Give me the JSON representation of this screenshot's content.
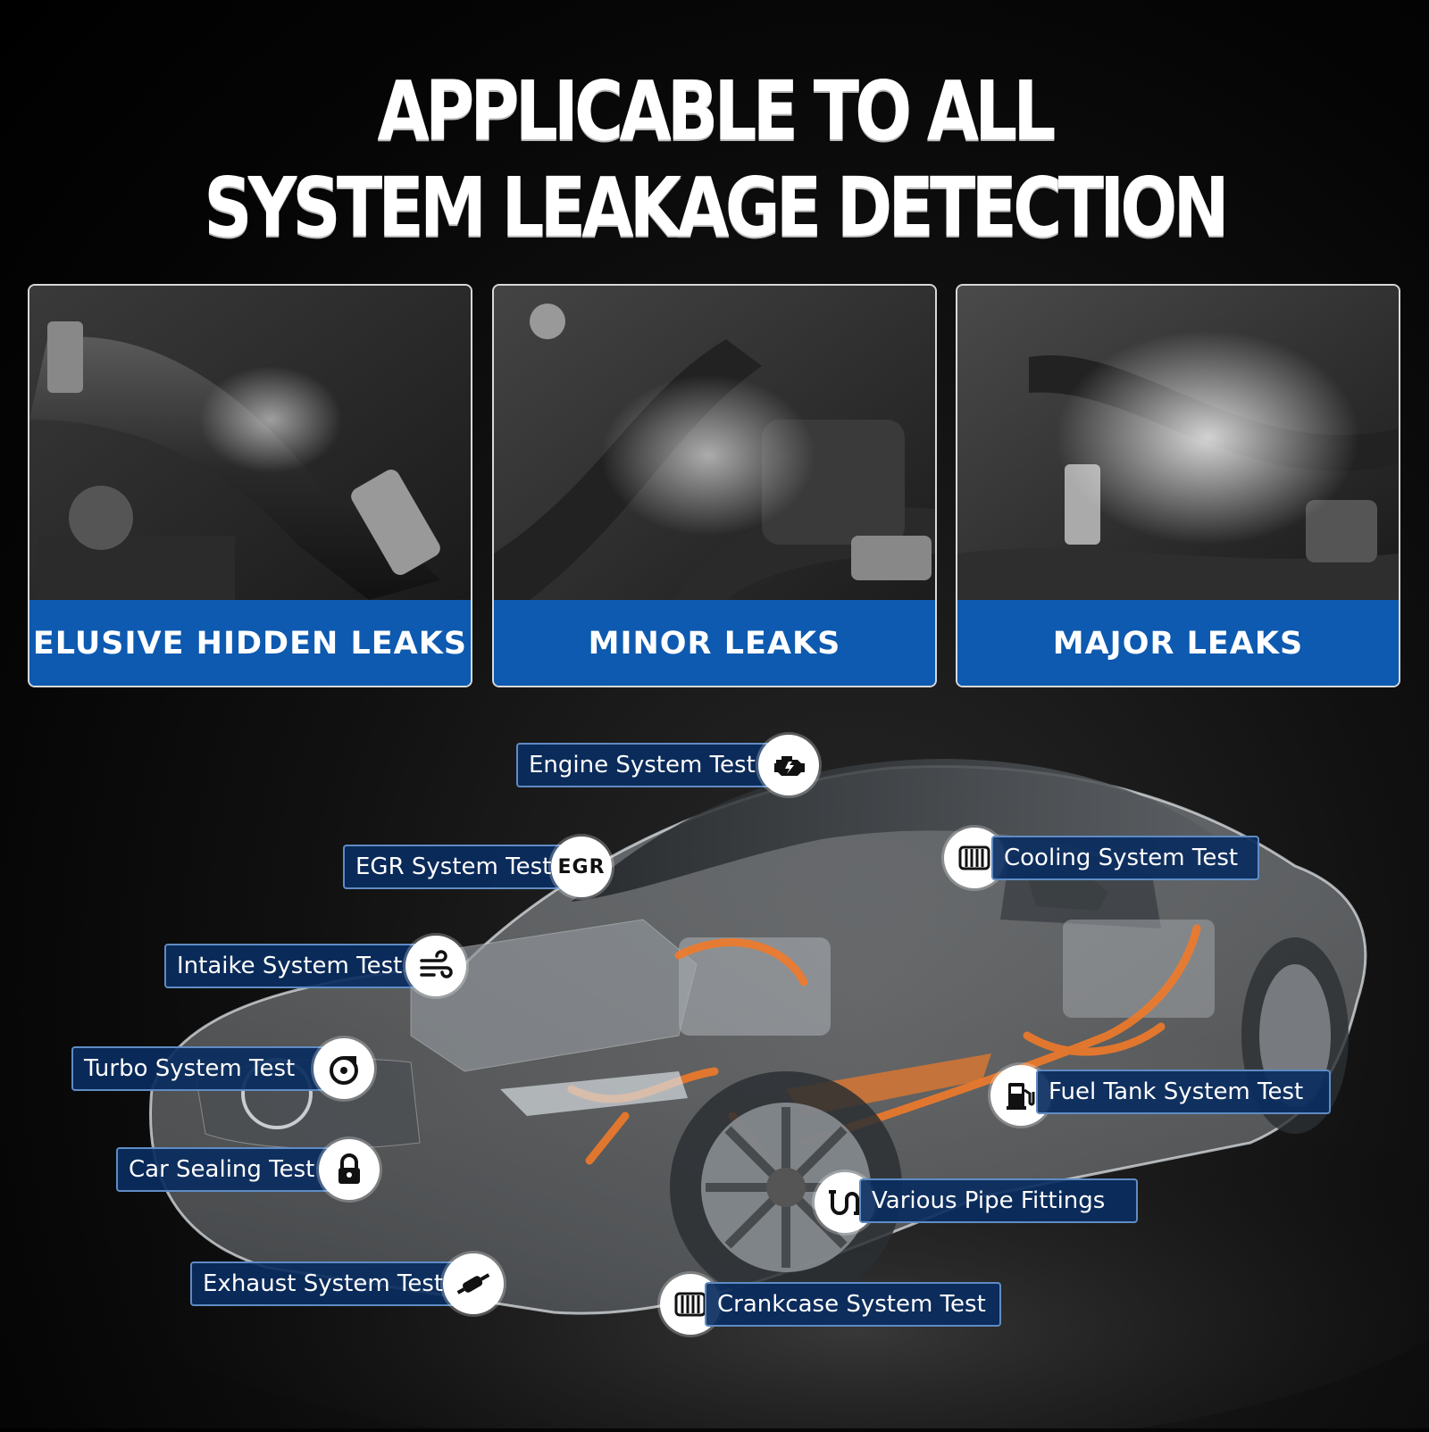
{
  "headline": {
    "line1": "APPLICABLE TO ALL",
    "line2": "SYSTEM LEAKAGE DETECTION"
  },
  "panels": [
    {
      "caption": "ELUSIVE HIDDEN LEAKS"
    },
    {
      "caption": "MINOR LEAKS"
    },
    {
      "caption": "MAJOR LEAKS"
    }
  ],
  "tests": {
    "engine": {
      "label": "Engine System Test",
      "icon": "engine-icon"
    },
    "egr": {
      "label": "EGR System Test",
      "icon": "egr-icon",
      "icon_text": "EGR"
    },
    "cooling": {
      "label": "Cooling System Test",
      "icon": "cooling-icon"
    },
    "intake": {
      "label": "Intaike System Test",
      "icon": "wind-icon"
    },
    "turbo": {
      "label": "Turbo System Test",
      "icon": "turbo-icon"
    },
    "fuel": {
      "label": "Fuel Tank System Test",
      "icon": "fuel-pump-icon"
    },
    "sealing": {
      "label": "Car Sealing Test",
      "icon": "lock-icon"
    },
    "pipe": {
      "label": "Various Pipe Fittings",
      "icon": "pipe-icon"
    },
    "exhaust": {
      "label": "Exhaust System Test",
      "icon": "exhaust-icon"
    },
    "crankcase": {
      "label": "Crankcase System Test",
      "icon": "crankcase-icon"
    }
  },
  "colors": {
    "panel_blue": "#0d5ab0",
    "tag_fill": "#0a2d5f",
    "tag_border": "#5f8cc4",
    "accent_orange": "#f07a2a"
  }
}
